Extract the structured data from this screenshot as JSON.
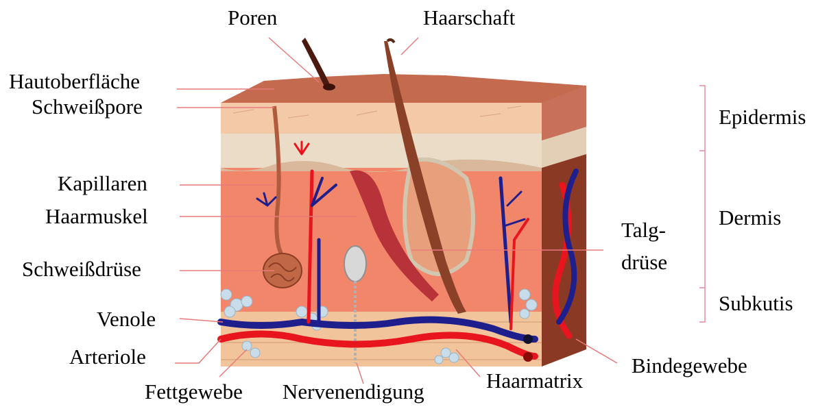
{
  "labels": {
    "poren": "Poren",
    "haarschaft": "Haarschaft",
    "hautoberflaeche": "Hautoberfläche",
    "schweisspore": "Schweißpore",
    "kapillaren": "Kapillaren",
    "haarmuskel": "Haarmuskel",
    "schweissdruese": "Schweißdrüse",
    "venole": "Venole",
    "arteriole": "Arteriole",
    "fettgewebe": "Fettgewebe",
    "nervenendigung": "Nervenendigung",
    "haarmatrix": "Haarmatrix",
    "bindegewebe": "Bindegewebe",
    "talg_line1": "Talg-",
    "talg_line2": "drüse"
  },
  "layers": {
    "epidermis": "Epidermis",
    "dermis": "Dermis",
    "subkutis": "Subkutis"
  },
  "colors": {
    "leader": "#e87a7a",
    "bracket": "#e88a9a",
    "artery": "#e8141e",
    "vein": "#1e1e8c",
    "hair": "#7a3a22",
    "epidermis": "#f5c4a0",
    "dermis": "#f08a6a"
  }
}
